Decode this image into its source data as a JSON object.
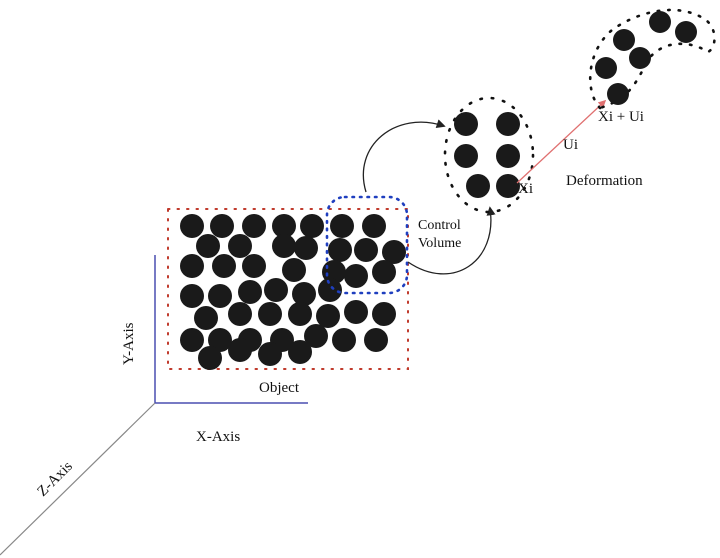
{
  "labels": {
    "y_axis": "Y-Axis",
    "x_axis": "X-Axis",
    "z_axis": "Z-Axis",
    "object": "Object",
    "control_volume_line1": "Control",
    "control_volume_line2": "Volume",
    "xi": "Xi",
    "ui": "Ui",
    "xi_ui": "Xi + Ui",
    "deformation": "Deformation"
  },
  "colors": {
    "particle": "#1a1a1a",
    "object_boundary": "#c0392b",
    "control_volume_boundary": "#1f3fbf",
    "axis": "#4a4fb0",
    "z_axis": "#888888",
    "displacement_vector": "#e07070",
    "arrow": "#222222"
  }
}
